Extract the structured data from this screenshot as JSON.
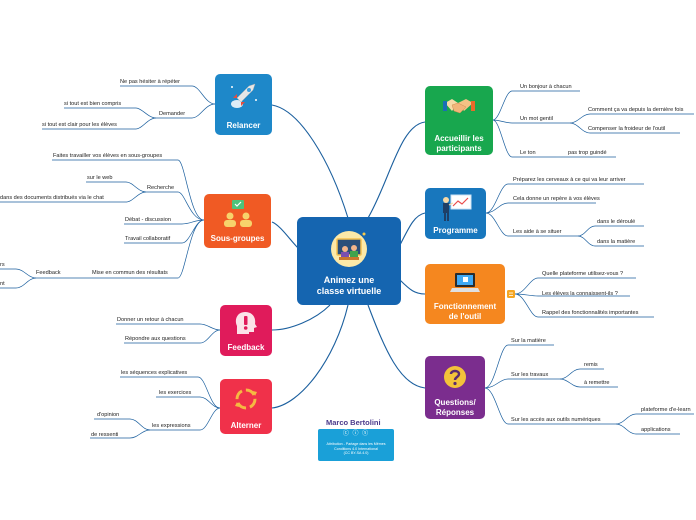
{
  "central": {
    "title": "Animez une classe virtuelle",
    "color": "#1565b0"
  },
  "colors": {
    "relancer": "#1e88c9",
    "sous_groupes": "#f05a24",
    "feedback": "#e01b5b",
    "alterner": "#f0314a",
    "accueillir": "#18a74e",
    "programme": "#1877bd",
    "fonctionnement": "#f5871f",
    "questions": "#7b2d8e",
    "link": "#1b5f9e"
  },
  "branches": {
    "relancer": {
      "label": "Relancer",
      "leaves": [
        "Ne pas hésiter à répéter",
        "Demander",
        "si tout est bien compris",
        "si tout est clair pour les élèves"
      ]
    },
    "sous_groupes": {
      "label": "Sous-groupes",
      "leaves": [
        "Faites travailler vos élèves en sous-groupes",
        "Recherche",
        "sur le web",
        "dans des documents distribués via le chat",
        "Débat - discussion",
        "Travail collaboratif",
        "Mise en commun des résultats",
        "Feedback",
        "rs",
        "nt"
      ]
    },
    "feedback": {
      "label": "Feedback",
      "leaves": [
        "Donner un retour à chacun",
        "Répondre aux questions"
      ]
    },
    "alterner": {
      "label": "Alterner",
      "leaves": [
        "les séquences explicatives",
        "les exercices",
        "les expressions",
        "d'opinion",
        "de ressenti"
      ]
    },
    "accueillir": {
      "label": "Accueillir les participants",
      "leaves": [
        "Un bonjour à chacun",
        "Un mot gentil",
        "Comment ça va depuis la dernière fois",
        "Compenser la froideur de l'outil",
        "Le ton",
        "pas trop guindé"
      ]
    },
    "programme": {
      "label": "Programme",
      "leaves": [
        "Préparez les cerveaux à ce qui va leur arriver",
        "Cela donne un repère à vos élèves",
        "Les aide à se situer",
        "dans le déroulé",
        "dans la matière"
      ]
    },
    "fonctionnement": {
      "label": "Fonctionnement de l'outil",
      "leaves": [
        "Quelle plateforme utilisez-vous ?",
        "Les élèves la connaissent-ils ?",
        "Rappel des fonctionnalités importantes"
      ]
    },
    "questions": {
      "label": "Questions/ Réponses",
      "leaves": [
        "Sur la matière",
        "Sur les travaux",
        "remis",
        "à remettre",
        "Sur les accès aux outils numériques",
        "plateforme d'e-learn",
        "applications"
      ]
    }
  },
  "author": "Marco Bertolini",
  "license": {
    "line1": "Attribution - Partage dans les Mêmes",
    "line2": "Conditions 4.0 International",
    "line3": "(CC BY-SA 4.0)"
  }
}
